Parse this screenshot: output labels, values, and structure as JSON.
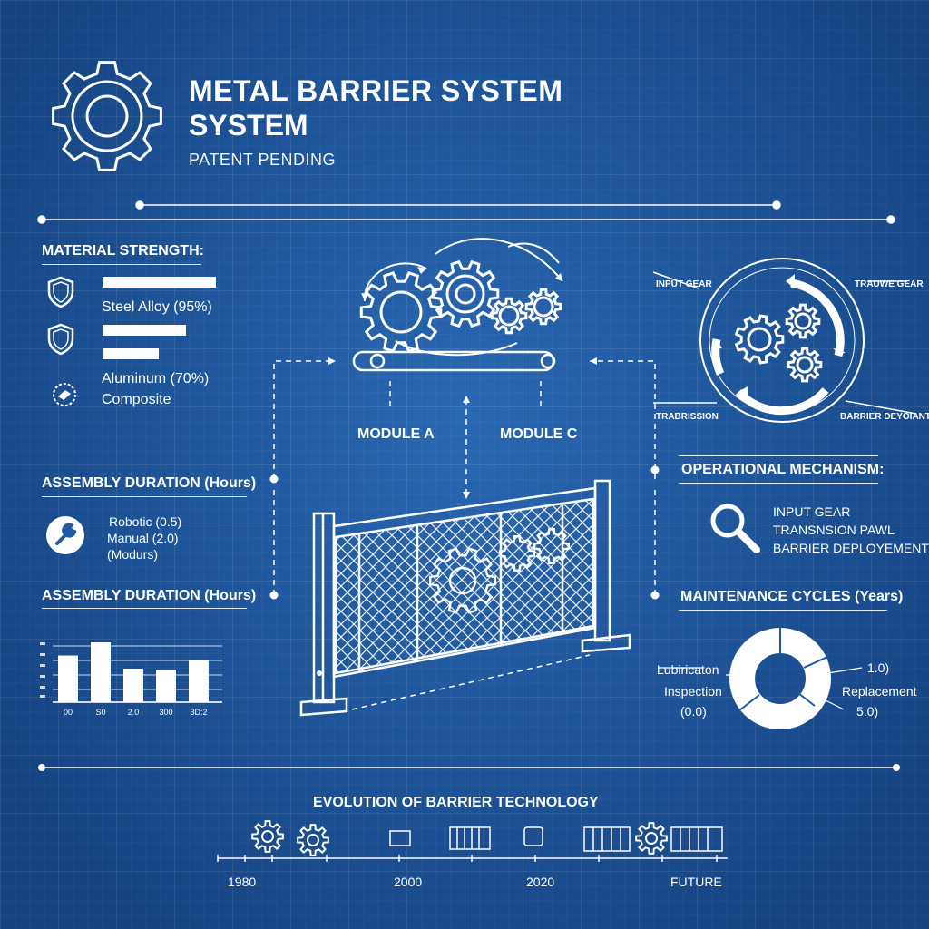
{
  "header": {
    "title_line1": "METAL BARRIER SYSTEM",
    "title_line2": "SYSTEM",
    "subtitle": "PATENT PENDING"
  },
  "material": {
    "heading": "MATERIAL STRENGTH:",
    "items": [
      {
        "label": "Steel Alloy (95%)",
        "value": 95,
        "icon": "shield-icon"
      },
      {
        "label": "Aluminum (70%)",
        "value": 70,
        "icon": "shield-icon"
      },
      {
        "label": "Composite",
        "icon": "composite-icon"
      }
    ]
  },
  "assembly": {
    "heading": "ASSEMBLY DURATION (Hours)",
    "lines": [
      "Robotic (0.5)",
      "Manual (2.0)",
      "(Modurs)"
    ],
    "icon": "wrench-icon"
  },
  "assembly_chart": {
    "heading": "ASSEMBLY DURATION (Hours)",
    "x_labels": [
      "00",
      "S0",
      "2.0",
      "300",
      "3D:2"
    ]
  },
  "chart_data": {
    "type": "bar",
    "title": "ASSEMBLY DURATION (Hours)",
    "categories": [
      "00",
      "S0",
      "2.0",
      "300",
      "3D:2"
    ],
    "values": [
      0.78,
      1.0,
      0.56,
      0.54,
      0.7
    ],
    "xlabel": "",
    "ylabel": ""
  },
  "mechanism_diagram": {
    "module_a": "MODULE A",
    "module_c": "MODULE C"
  },
  "transmission_diagram": {
    "input_gear": "INPUT GEAR",
    "transwe_gear": "TRAUWE GEAR",
    "trabrission": "TRABRISSION",
    "barrier_deploymant": "BARRIER DEYOIANT"
  },
  "operational": {
    "heading": "OPERATIONAL MECHANISM:",
    "lines": [
      "INPUT GEAR",
      "TRANSNSION PAWL",
      "BARRIER DEPLOYEMENT"
    ],
    "icon": "magnifier-icon"
  },
  "maintenance": {
    "heading": "MAINTENANCE CYCLES (Years)",
    "labels": {
      "lubrication": "Lubiricaton",
      "inspection": "Inspection",
      "inspection_value": "(0.0)",
      "top_right_value": "1.0)",
      "replacement": "Replacement",
      "replacement_value": "5.0)"
    }
  },
  "evolution": {
    "heading": "EVOLUTION OF BARRIER TECHNOLOGY",
    "years": [
      "1980",
      "2000",
      "2020",
      "FUTURE"
    ]
  },
  "colors": {
    "background": "#1f5aa3",
    "ink": "#ffffff"
  }
}
